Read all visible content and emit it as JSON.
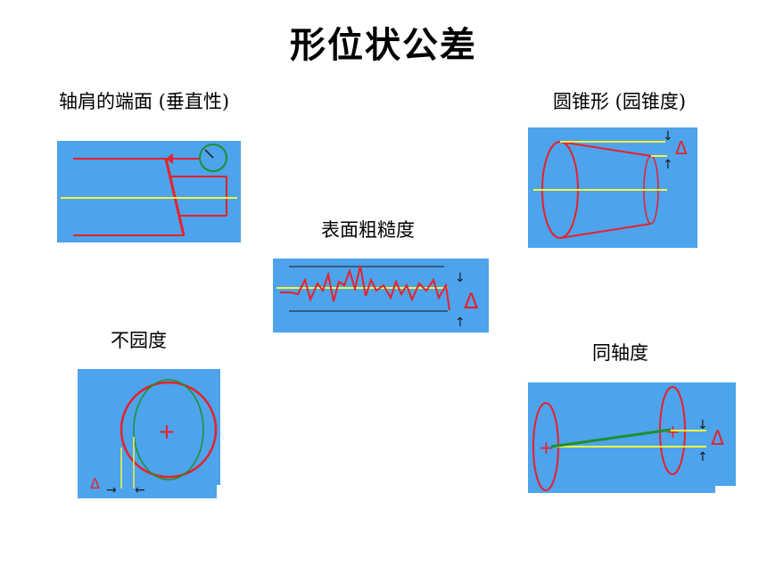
{
  "title": "形位状公差",
  "labels": {
    "shoulder_face": "轴肩的端面 (垂直性)",
    "cone": "圆锥形 (园锥度)",
    "roughness": "表面粗糙度",
    "roundness": "不园度",
    "coaxiality": "同轴度"
  },
  "symbols": {
    "delta": "Δ",
    "plus": "+",
    "arrow_down": "↓",
    "arrow_up": "↑",
    "arrow_right": "→",
    "arrow_left": "←"
  },
  "colors": {
    "panel_bg": "#4da3ec",
    "red": "#e8202a",
    "yellow": "#f5f53a",
    "green": "#1f8f2f",
    "dark": "#1a1a1a"
  }
}
